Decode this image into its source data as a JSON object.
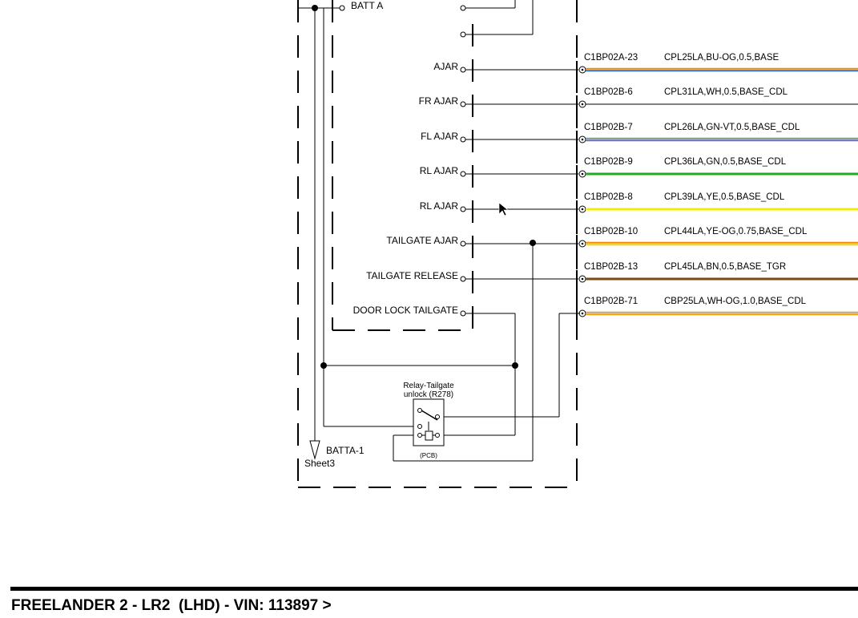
{
  "module": {
    "batt_label": "BATT A",
    "pins": [
      {
        "label": "AJAR",
        "connector": "C1BP02A-23",
        "circuit": "CPL25LA,BU-OG,0.5,BASE",
        "colors": [
          "#2a6fd0",
          "#f08a00"
        ]
      },
      {
        "label": "FR AJAR",
        "connector": "C1BP02B-6",
        "circuit": "CPL31LA,WH,0.5,BASE_CDL",
        "colors": [
          "#000000"
        ]
      },
      {
        "label": "FL AJAR",
        "connector": "C1BP02B-7",
        "circuit": "CPL26LA,GN-VT,0.5,BASE_CDL",
        "colors": [
          "#6a6ac8",
          "#7a9a7a"
        ]
      },
      {
        "label": "RL AJAR",
        "connector": "C1BP02B-9",
        "circuit": "CPL36LA,GN,0.5,BASE_CDL",
        "colors": [
          "#22aa22"
        ]
      },
      {
        "label": "RL AJAR",
        "connector": "C1BP02B-8",
        "circuit": "CPL39LA,YE,0.5,BASE_CDL",
        "colors": [
          "#f2ee00"
        ]
      },
      {
        "label": "TAILGATE AJAR",
        "connector": "C1BP02B-10",
        "circuit": "CPL44LA,YE-OG,0.75,BASE_CDL",
        "colors": [
          "#f4d000",
          "#f08a00"
        ]
      },
      {
        "label": "TAILGATE RELEASE",
        "connector": "C1BP02B-13",
        "circuit": "CPL45LA,BN,0.5,BASE_TGR",
        "colors": [
          "#7a4a10"
        ]
      },
      {
        "label": "DOOR LOCK TAILGATE",
        "connector": "C1BP02B-71",
        "circuit": "CBP25LA,WH-OG,1.0,BASE_CDL",
        "colors": [
          "#f0a000",
          "#c8a070"
        ]
      }
    ]
  },
  "relay": {
    "name": "Relay-Tailgate",
    "name2": "unlock (R278)",
    "sub": "(PCB)"
  },
  "ground_ref": {
    "label": "BATTA-1",
    "sheet": "Sheet3"
  },
  "footer": {
    "title": "FREELANDER 2 - LR2  (LHD) - VIN: 113897 >"
  }
}
